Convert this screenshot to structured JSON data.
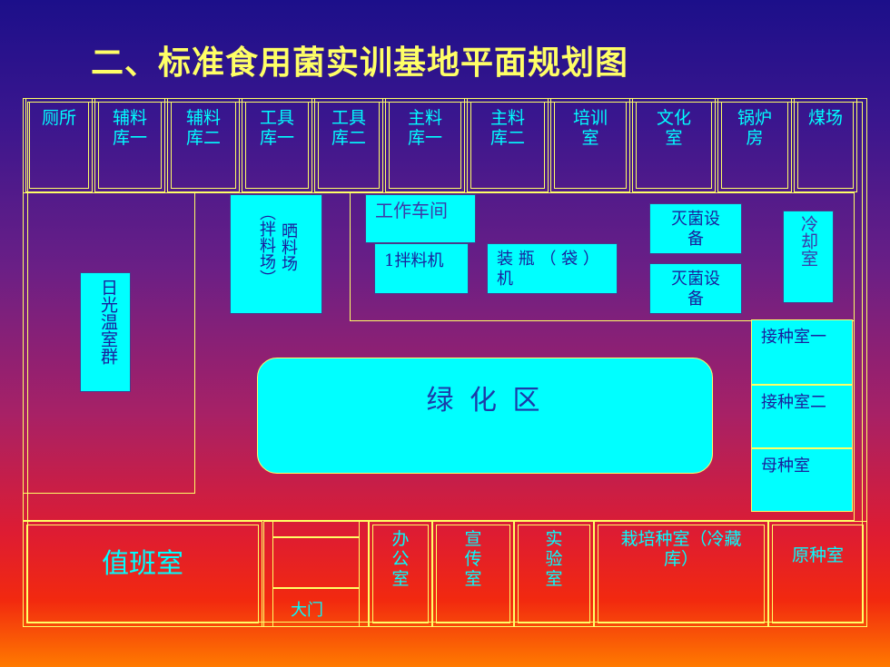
{
  "title": "二、标准食用菌实训基地平面规划图",
  "top_row": [
    "厕所",
    "辅料库一",
    "辅料库二",
    "工具库一",
    "工具库二",
    "主料库一",
    "主料库二",
    "培训室",
    "文化室",
    "锅炉房",
    "煤场"
  ],
  "middle": {
    "greenhouse": "日光温室群",
    "drying_yard": "晒料场",
    "drying_yard_note": "（拌料场）",
    "workshop": "工作车间",
    "mixer": "1拌料机",
    "bottling": "装 瓶 （ 袋 ） 机",
    "sterilizer_1": "灭菌设备",
    "sterilizer_2": "灭菌设备",
    "cooling": "冷却室",
    "inoculation_1": "接种室一",
    "inoculation_2": "接种室二",
    "mother_culture": "母种室",
    "green_area": "绿 化 区"
  },
  "bottom_row": {
    "duty_room": "值班室",
    "gate": "大门",
    "office": "办公室",
    "publicity": "宣传室",
    "lab": "实验室",
    "cultivation": "栽培种室（冷藏库）",
    "original_culture": "原种室"
  }
}
